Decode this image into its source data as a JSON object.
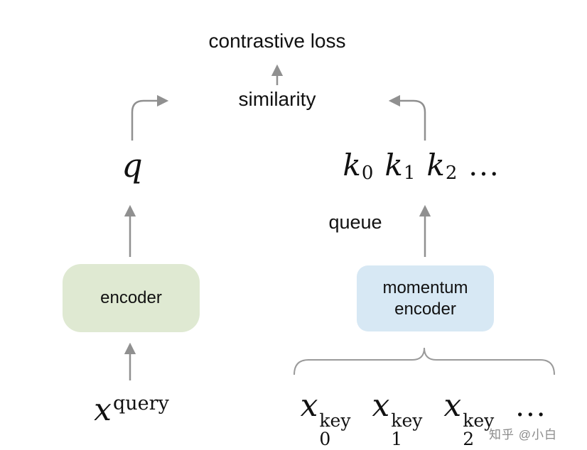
{
  "colors": {
    "encoder_box": "#dfe9d2",
    "momentum_box": "#d7e8f4",
    "arrow": "#909090",
    "brace": "#9a9a9a",
    "text": "#111111",
    "watermark": "#8a8a8a"
  },
  "labels": {
    "contrastive_loss": "contrastive loss",
    "similarity": "similarity",
    "queue": "queue",
    "encoder": "encoder",
    "momentum_encoder_line1": "momentum",
    "momentum_encoder_line2": "encoder"
  },
  "math": {
    "q": "q",
    "keys": [
      {
        "base": "k",
        "sub": "0"
      },
      {
        "base": "k",
        "sub": "1"
      },
      {
        "base": "k",
        "sub": "2"
      }
    ],
    "keys_ellipsis": "...",
    "x_query": {
      "base": "x",
      "sup": "query"
    },
    "x_keys": [
      {
        "base": "x",
        "sub": "0",
        "sup": "key"
      },
      {
        "base": "x",
        "sub": "1",
        "sup": "key"
      },
      {
        "base": "x",
        "sub": "2",
        "sup": "key"
      }
    ],
    "x_keys_ellipsis": "...",
    "icons": {
      "up_arrow": "arrow-up-icon",
      "curve_left": "curved-arrow-icon",
      "curve_right": "curved-arrow-icon",
      "brace": "curly-brace-icon"
    }
  },
  "watermark": "知乎 @小白"
}
